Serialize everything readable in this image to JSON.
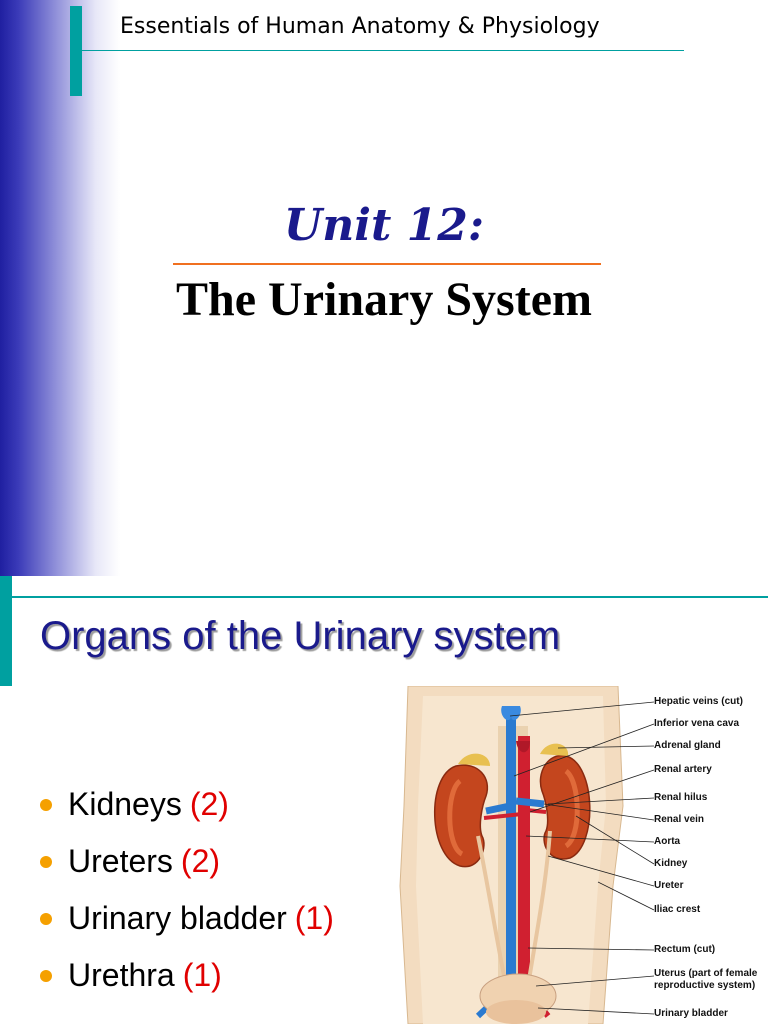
{
  "slide1": {
    "course_title": "Essentials of Human Anatomy & Physiology",
    "unit": "Unit 12:",
    "title": "The Urinary System"
  },
  "slide2": {
    "title": "Organs of the Urinary system",
    "bullets": [
      {
        "label": "Kidneys",
        "count": "(2)"
      },
      {
        "label": "Ureters",
        "count": "(2)"
      },
      {
        "label": "Urinary bladder",
        "count": "(1)"
      },
      {
        "label": "Urethra",
        "count": "(1)"
      }
    ],
    "figure_labels": [
      "Hepatic veins (cut)",
      "Inferior vena cava",
      "Adrenal gland",
      "Renal artery",
      "Renal hilus",
      "Renal vein",
      "Aorta",
      "Kidney",
      "Ureter",
      "Iliac crest",
      "Rectum (cut)",
      "Uterus (part of female",
      "reproductive system)",
      "Urinary bladder"
    ]
  },
  "colors": {
    "title_blue": "#1a1a8c",
    "teal": "#00a0a0",
    "orange": "#f07020",
    "bullet": "#f5a000",
    "count_red": "#e00000"
  }
}
